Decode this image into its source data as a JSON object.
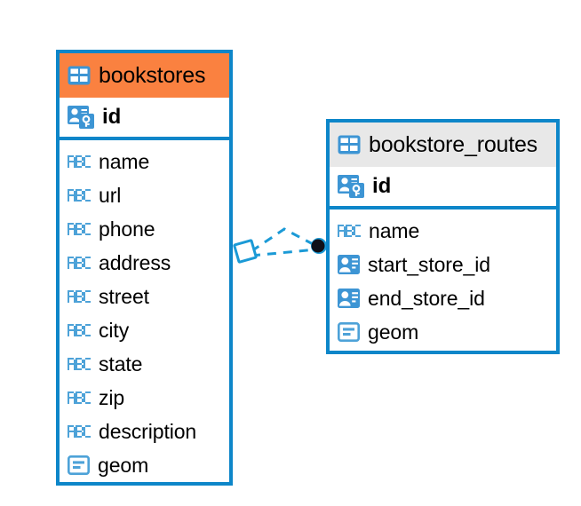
{
  "diagram": {
    "type": "entity-relationship-diagram",
    "background_color": "#ffffff",
    "accent_color": "#0d86c9",
    "highlight_color": "#fa8140",
    "neutral_header_color": "#e8e8e8",
    "entities": [
      {
        "name": "bookstores",
        "title": "bookstores",
        "header_color": "#fa8140",
        "header_icon": "table-icon",
        "primary_key": {
          "label": "id",
          "icon": "primary-key-icon"
        },
        "fields": [
          {
            "label": "name",
            "icon": "text-type-icon"
          },
          {
            "label": "url",
            "icon": "text-type-icon"
          },
          {
            "label": "phone",
            "icon": "text-type-icon"
          },
          {
            "label": "address",
            "icon": "text-type-icon"
          },
          {
            "label": "street",
            "icon": "text-type-icon"
          },
          {
            "label": "city",
            "icon": "text-type-icon"
          },
          {
            "label": "state",
            "icon": "text-type-icon"
          },
          {
            "label": "zip",
            "icon": "text-type-icon"
          },
          {
            "label": "description",
            "icon": "text-type-icon"
          },
          {
            "label": "geom",
            "icon": "geometry-type-icon"
          }
        ]
      },
      {
        "name": "bookstore_routes",
        "title": "bookstore_routes",
        "header_color": "#e8e8e8",
        "header_icon": "table-icon",
        "primary_key": {
          "label": "id",
          "icon": "primary-key-icon"
        },
        "fields": [
          {
            "label": "name",
            "icon": "text-type-icon"
          },
          {
            "label": "start_store_id",
            "icon": "foreign-key-icon"
          },
          {
            "label": "end_store_id",
            "icon": "foreign-key-icon"
          },
          {
            "label": "geom",
            "icon": "geometry-type-icon"
          }
        ]
      }
    ],
    "relationship": {
      "style": "dashed",
      "color": "#1b9ad6",
      "source_marker": "diamond-outline-marker",
      "target_marker": "filled-circle-marker"
    }
  }
}
